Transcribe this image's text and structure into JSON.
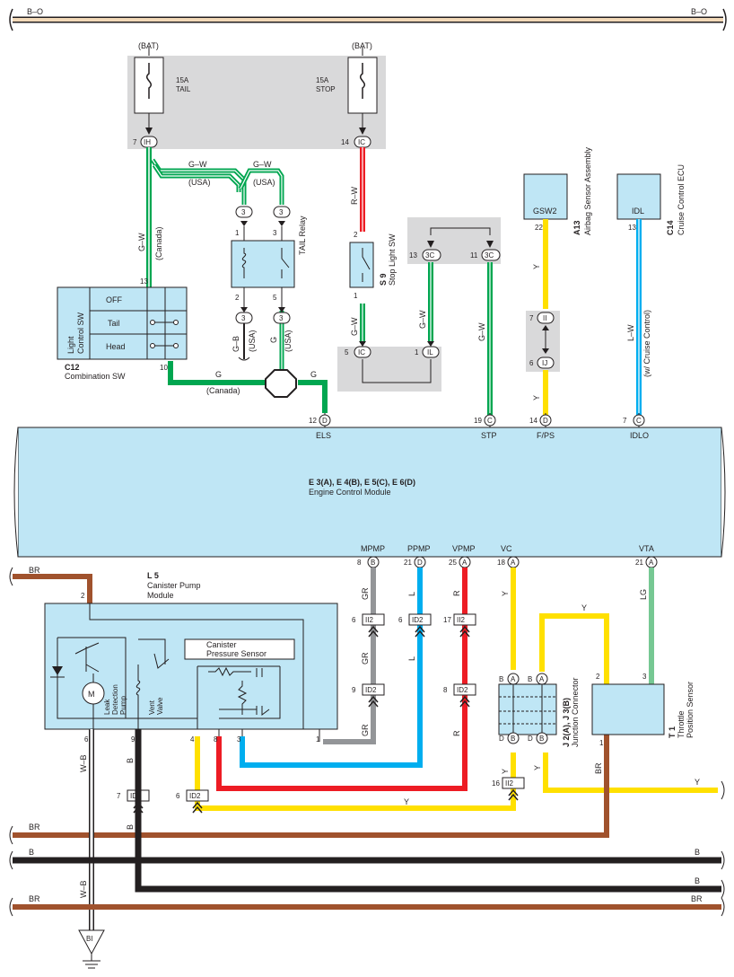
{
  "bus_label": "B–O",
  "fuse_tail": {
    "supply": "(BAT)",
    "rating": "15A",
    "name": "TAIL",
    "pin": "7",
    "connector": "IH"
  },
  "fuse_stop": {
    "supply": "(BAT)",
    "rating": "15A",
    "name": "STOP",
    "pin": "14",
    "connector": "IC"
  },
  "wires": {
    "gw": "G–W",
    "usa": "(USA)",
    "canada": "(Canada)",
    "rw": "R–W",
    "g": "G",
    "gb": "G–B",
    "y": "Y",
    "lw": "L–W",
    "cruise": "(w/ Cruise Control)",
    "gr": "GR",
    "l": "L",
    "r": "R",
    "lg": "LG",
    "br": "BR",
    "b": "B",
    "wb": "W–B"
  },
  "tail_relay": {
    "name": "TAIL Relay",
    "connector": "3",
    "pins": [
      "1",
      "2",
      "3",
      "5"
    ]
  },
  "stop_light_sw": {
    "code": "S 9",
    "name": "Stop Light SW",
    "pins": [
      "2",
      "1"
    ]
  },
  "junction_3c": {
    "connector": "3C",
    "pins": [
      "13",
      "11"
    ]
  },
  "junction_ic_il": {
    "pin_left": "5",
    "conn_left": "IC",
    "pin_right": "1",
    "conn_right": "IL"
  },
  "combination_sw": {
    "code": "C12",
    "name": "Combination SW",
    "inner_label": [
      "Light",
      "Control SW"
    ],
    "positions": [
      "OFF",
      "Tail",
      "Head"
    ],
    "pin_top": "13",
    "pin_bottom": "10"
  },
  "airbag": {
    "code": "A13",
    "name": "Airbag Sensor Assembly",
    "terminal": "GSW2",
    "pin": "22"
  },
  "cruise": {
    "code": "C14",
    "name": "Cruise Control ECU",
    "terminal": "IDL",
    "pin": "13"
  },
  "ii_ij": {
    "top_pin": "7",
    "top_conn": "II",
    "bot_pin": "6",
    "bot_conn": "IJ"
  },
  "ecm": {
    "title": "E 3(A), E 4(B), E 5(C), E 6(D)",
    "name": "Engine Control Module",
    "top_terminals": [
      {
        "pin": "12",
        "conn": "D",
        "name": "ELS"
      },
      {
        "pin": "19",
        "conn": "C",
        "name": "STP"
      },
      {
        "pin": "14",
        "conn": "D",
        "name": "F/PS"
      },
      {
        "pin": "7",
        "conn": "C",
        "name": "IDLO"
      }
    ],
    "bottom_terminals": [
      {
        "pin": "8",
        "conn": "B",
        "name": "MPMP"
      },
      {
        "pin": "21",
        "conn": "D",
        "name": "PPMP"
      },
      {
        "pin": "25",
        "conn": "A",
        "name": "VPMP"
      },
      {
        "pin": "18",
        "conn": "A",
        "name": "VC"
      },
      {
        "pin": "21",
        "conn": "A",
        "name": "VTA"
      }
    ]
  },
  "canister": {
    "code": "L 5",
    "name": [
      "Canister Pump",
      "Module"
    ],
    "sensor": [
      "Canister",
      "Pressure Sensor"
    ],
    "pump_label": [
      "Leak",
      "Detection",
      "Pump"
    ],
    "valve_label": [
      "Vent",
      "Valve"
    ],
    "motor": "M",
    "pins": [
      "2",
      "6",
      "9",
      "4",
      "8",
      "3",
      "1"
    ]
  },
  "id2_connectors": [
    {
      "pin": "6",
      "conn": "II2"
    },
    {
      "pin": "6",
      "conn": "ID2"
    },
    {
      "pin": "17",
      "conn": "II2"
    },
    {
      "pin": "9",
      "conn": "ID2"
    },
    {
      "pin": "8",
      "conn": "ID2"
    },
    {
      "pin": "7",
      "conn": "ID2"
    },
    {
      "pin": "6",
      "conn": "ID2"
    },
    {
      "pin": "16",
      "conn": "II2"
    }
  ],
  "junction_connector": {
    "code": "J 2(A), J 3(B)",
    "name": "Junction Connector",
    "labels": [
      "B",
      "A",
      "B",
      "A",
      "D",
      "B",
      "D",
      "B"
    ]
  },
  "throttle": {
    "code": "T 1",
    "name": [
      "Throttle",
      "Position Sensor"
    ],
    "pins": [
      "2",
      "3",
      "1"
    ]
  },
  "ground": {
    "name": "BI"
  },
  "colors": {
    "green": "#00a650",
    "red": "#ed1c24",
    "yellow": "#ffe000",
    "blue": "#00aeef",
    "gray": "#939598",
    "lightgreen": "#76c893",
    "brown": "#a0522d",
    "black": "#231f20",
    "ecm_fill": "#bfe6f5",
    "panel_gray": "#d9d9da",
    "bus": "#f2d9b8"
  }
}
